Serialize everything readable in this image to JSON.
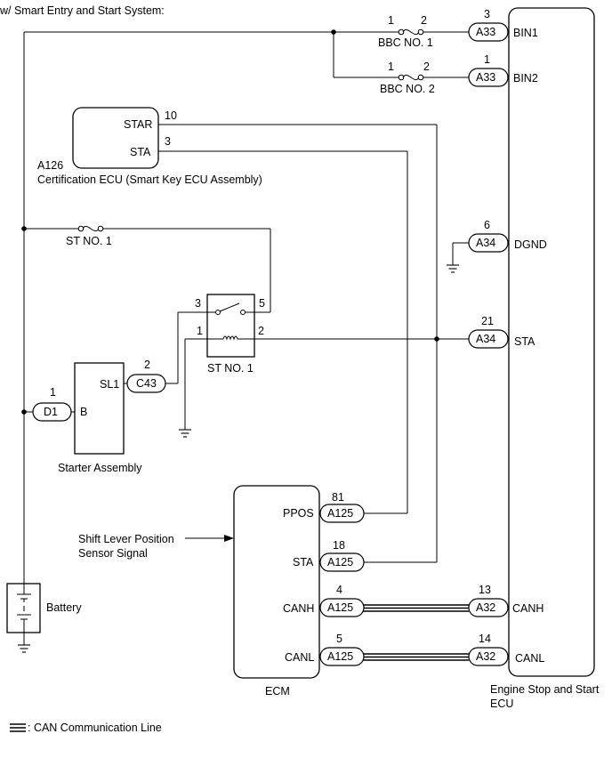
{
  "header": "w/ Smart Entry and Start System:",
  "components": {
    "engine_ecu": {
      "name_line1": "Engine Stop and Start",
      "name_line2": "ECU"
    },
    "cert_ecu": {
      "code": "A126",
      "name": "Certification ECU (Smart Key ECU Assembly)",
      "terminal_star": "STAR",
      "terminal_sta": "STA"
    },
    "starter": {
      "name": "Starter Assembly",
      "terminal_sl1": "SL1",
      "terminal_b": "B"
    },
    "relay": {
      "name": "ST NO. 1"
    },
    "ecm": {
      "name": "ECM",
      "terminal_ppos": "PPOS",
      "terminal_sta": "STA",
      "terminal_canh": "CANH",
      "terminal_canl": "CANL"
    },
    "battery": {
      "name": "Battery"
    }
  },
  "fuses": {
    "bbc1": {
      "label": "BBC NO. 1",
      "pin_a": "1",
      "pin_b": "2"
    },
    "bbc2": {
      "label": "BBC NO. 2",
      "pin_a": "1",
      "pin_b": "2"
    },
    "st1": {
      "label": "ST NO. 1"
    }
  },
  "connectors": {
    "a33_bin1": {
      "code": "A33",
      "pin": "3",
      "terminal": "BIN1"
    },
    "a33_bin2": {
      "code": "A33",
      "pin": "1",
      "terminal": "BIN2"
    },
    "a34_dgnd": {
      "code": "A34",
      "pin": "6",
      "terminal": "DGND"
    },
    "a34_sta": {
      "code": "A34",
      "pin": "21",
      "terminal": "STA"
    },
    "a32_canh": {
      "code": "A32",
      "pin": "13",
      "terminal": "CANH"
    },
    "a32_canl": {
      "code": "A32",
      "pin": "14",
      "terminal": "CANL"
    },
    "c43": {
      "code": "C43",
      "pin": "2"
    },
    "d1": {
      "code": "D1",
      "pin": "1"
    },
    "a125_ppos": {
      "code": "A125",
      "pin": "81"
    },
    "a125_sta": {
      "code": "A125",
      "pin": "18"
    },
    "a125_canh": {
      "code": "A125",
      "pin": "4"
    },
    "a125_canl": {
      "code": "A125",
      "pin": "5"
    }
  },
  "pins": {
    "cert_star": "10",
    "cert_sta": "3",
    "relay_1": "1",
    "relay_2": "2",
    "relay_3": "3",
    "relay_5": "5"
  },
  "signal": {
    "line1": "Shift Lever Position",
    "line2": "Sensor Signal"
  },
  "legend": {
    "text": ": CAN Communication Line"
  }
}
